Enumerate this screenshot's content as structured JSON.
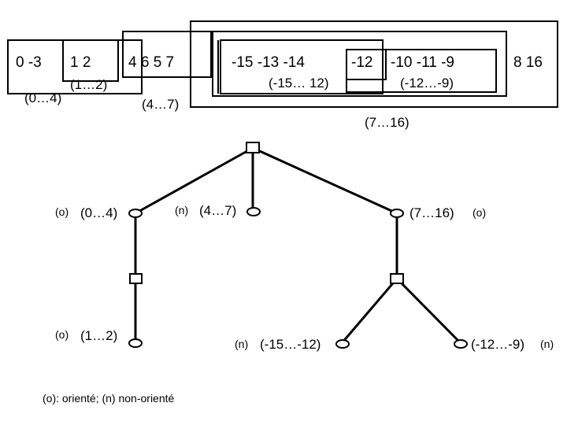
{
  "sequence": {
    "g1": "0  -3",
    "g2": "1   2",
    "g3": "4   6   5  7",
    "g4": "-15  -13  -14",
    "g5": "-12",
    "g6": "-10   -11   -9",
    "g7": "8  16"
  },
  "box_labels": {
    "r_1_2": "(1…2)",
    "r_0_4": "(0…4)",
    "r_4_7": "(4…7)",
    "r_m15_m12": "(-15… 12)",
    "r_m12_m9": "(-12…-9)",
    "r_7_16": "(7…16)"
  },
  "tree": {
    "n_0_4": {
      "range": "(0…4)",
      "tag": "(o)"
    },
    "n_4_7": {
      "range": "(4…7)",
      "tag": "(n)"
    },
    "n_7_16": {
      "range": "(7…16)",
      "tag": "(o)"
    },
    "n_1_2": {
      "range": "(1…2)",
      "tag": "(o)"
    },
    "n_m15_m12": {
      "range": "(-15…-12)",
      "tag": "(n)"
    },
    "n_m12_m9": {
      "range": "(-12…-9)",
      "tag": "(n)"
    }
  },
  "legend": "(o): orienté; (n) non-orienté"
}
